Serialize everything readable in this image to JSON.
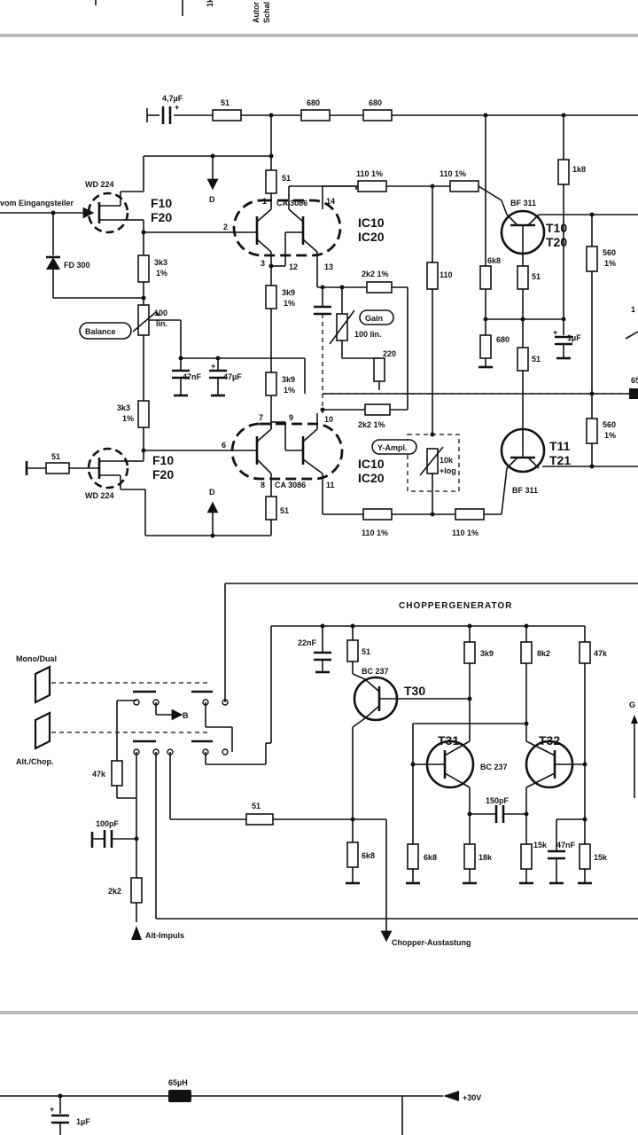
{
  "top_fragment": {
    "text1": "1k",
    "text2": "Autor",
    "text3": "Schal"
  },
  "cap_input": "4,7µF",
  "r_51_top": "51",
  "r_680_a": "680",
  "r_680_b": "680",
  "r_1k8": "1k8",
  "input_label": "vom Eingangsteiler",
  "fet_top": {
    "type": "WD 224",
    "ref1": "F10",
    "ref2": "F20"
  },
  "fet_bot": {
    "type": "WD 224",
    "ref1": "F10",
    "ref2": "F20"
  },
  "diode": "FD 300",
  "d_top": "D",
  "d_bot": "D",
  "r_51_ic": "51",
  "ic_top": {
    "type": "CA 3086",
    "ref1": "IC10",
    "ref2": "IC20",
    "pins": [
      "1",
      "14",
      "2",
      "3",
      "12",
      "13"
    ]
  },
  "ic_bot": {
    "type": "CA 3086",
    "ref1": "IC10",
    "ref2": "IC20",
    "pins": [
      "7",
      "9",
      "10",
      "6",
      "8",
      "11"
    ]
  },
  "r_110_1a": "110  1%",
  "r_110_1b": "110  1%",
  "r_110_1c": "110  1%",
  "r_110_1d": "110  1%",
  "t10": {
    "type": "BF 311",
    "ref1": "T10",
    "ref2": "T20"
  },
  "t11": {
    "type": "BF 311",
    "ref1": "T11",
    "ref2": "T21"
  },
  "r_3k3_top": "3k3",
  "r_3k3_top_tol": "1%",
  "r_3k3_bot": "3k3",
  "r_3k3_bot_tol": "1%",
  "pot_balance": "100",
  "pot_balance_sub": "lin.",
  "balance_label": "Balance",
  "r_3k9_a": "3k9",
  "r_3k9_a_tol": "1%",
  "r_3k9_b": "3k9",
  "r_3k9_b_tol": "1%",
  "r_2k2_a": "2k2  1%",
  "r_2k2_b": "2k2  1%",
  "gain_label": "Gain",
  "pot_gain": "100 lin.",
  "r_220": "220",
  "r_110_mid": "110",
  "r_6k8_a": "6k8",
  "r_680_c": "680",
  "r_51_t10": "51",
  "r_51_t11": "51",
  "cap_1uF": "1µF",
  "r_560_a": "560",
  "r_560_a_tol": "1%",
  "r_560_b": "560",
  "r_560_b_tol": "1%",
  "cap_47nF": "47nF",
  "cap_47uF": "47µF",
  "yampl_label": "Y-Ampl.",
  "pot_yampl": "10k",
  "pot_yampl_sub": "+log",
  "r_51_left": "51",
  "r_51_bot": "51",
  "edge_1": "1",
  "edge_65": "65",
  "chopper_title": "CHOPPERGENERATOR",
  "switch_mono": "Mono/Dual",
  "switch_alt": "Alt./Chop.",
  "switch_b": "B",
  "cap_22nF": "22nF",
  "r_51_t30": "51",
  "t30": {
    "type": "BC 237",
    "ref": "T30"
  },
  "r_3k9_ch": "3k9",
  "r_8k2": "8k2",
  "r_47k_ch": "47k",
  "t31": "T31",
  "t32": "T32",
  "t3132_type": "BC 237",
  "cap_150pF": "150pF",
  "cap_47nF_ch": "47nF",
  "r_47k_left": "47k",
  "cap_100pF": "100pF",
  "r_2k2_ch": "2k2",
  "r_51_ch": "51",
  "r_6k8_ch_a": "6k8",
  "r_6k8_ch_b": "6k8",
  "r_18k": "18k",
  "r_15k_a": "15k",
  "r_15k_b": "15k",
  "alt_impuls": "Alt-Impuls",
  "chopper_austastung": "Chopper-Austastung",
  "edge_g": "G",
  "inductor_65uH": "65µH",
  "supply_30v": "+30V",
  "cap_1uF_bot": "1µF"
}
